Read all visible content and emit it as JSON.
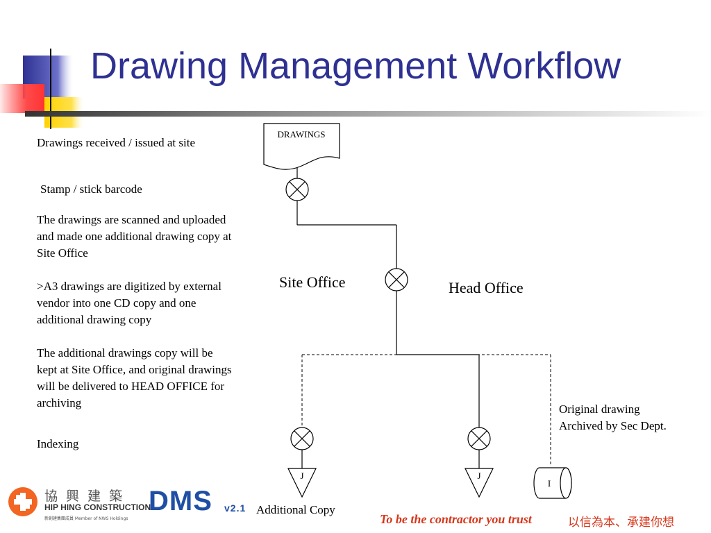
{
  "title": "Drawing Management Workflow",
  "steps": [
    "Drawings  received / issued at site",
    "Stamp / stick barcode",
    "The drawings are scanned and uploaded and made one additional drawing copy at Site Office",
    ">A3 drawings are digitized by external vendor  into one CD copy and one additional drawing copy",
    "The additional drawings copy will be kept at Site Office, and original drawings  will be delivered to HEAD OFFICE for archiving",
    "Indexing"
  ],
  "diagram": {
    "document_label": "DRAWINGS",
    "site_office_label": "Site Office",
    "head_office_label": "Head Office",
    "archive_note": [
      "Original drawing",
      "Archived by Sec Dept."
    ],
    "file_label_left": "J",
    "file_label_right": "J",
    "storage_label": "I",
    "additional_copy_label": "Additional Copy"
  },
  "footer": {
    "company_cn": "協 興 建 築",
    "company_en": "HIP HING CONSTRUCTION",
    "company_sub": "新創建集團成員   Member of NWS Holdings",
    "product": "DMS",
    "version": "v2.1",
    "slogan_en": "To be the contractor you trust",
    "slogan_cn": "以信為本、承建你想"
  },
  "colors": {
    "title": "#2e3192",
    "accent_blue": "#2e3192",
    "accent_red": "#ff3333",
    "accent_yellow": "#ffd200",
    "slogan": "#d6361a",
    "logo_orange": "#f26522",
    "dms_blue": "#1f4fa5"
  }
}
